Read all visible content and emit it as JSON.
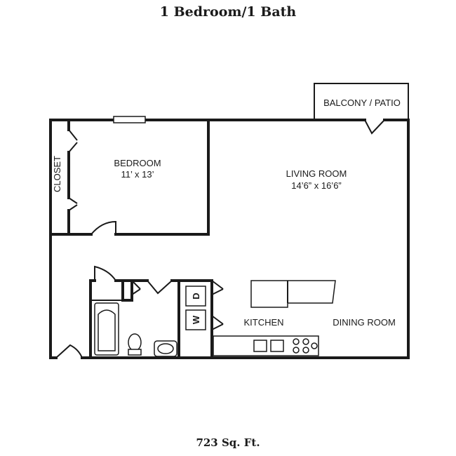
{
  "plan": {
    "title": "1 Bedroom/1 Bath",
    "area": "723 Sq. Ft.",
    "rooms": {
      "bedroom": {
        "name": "BEDROOM",
        "size": "11’ x 13’"
      },
      "closet": {
        "name": "CLOSET"
      },
      "living_room": {
        "name": "LIVING ROOM",
        "size": "14’6” x 16’6”"
      },
      "balcony": {
        "name": "BALCONY / PATIO"
      },
      "kitchen": {
        "name": "KITCHEN"
      },
      "dining_room": {
        "name": "DINING ROOM"
      }
    },
    "appliances": {
      "dryer": "D",
      "washer": "W"
    }
  }
}
